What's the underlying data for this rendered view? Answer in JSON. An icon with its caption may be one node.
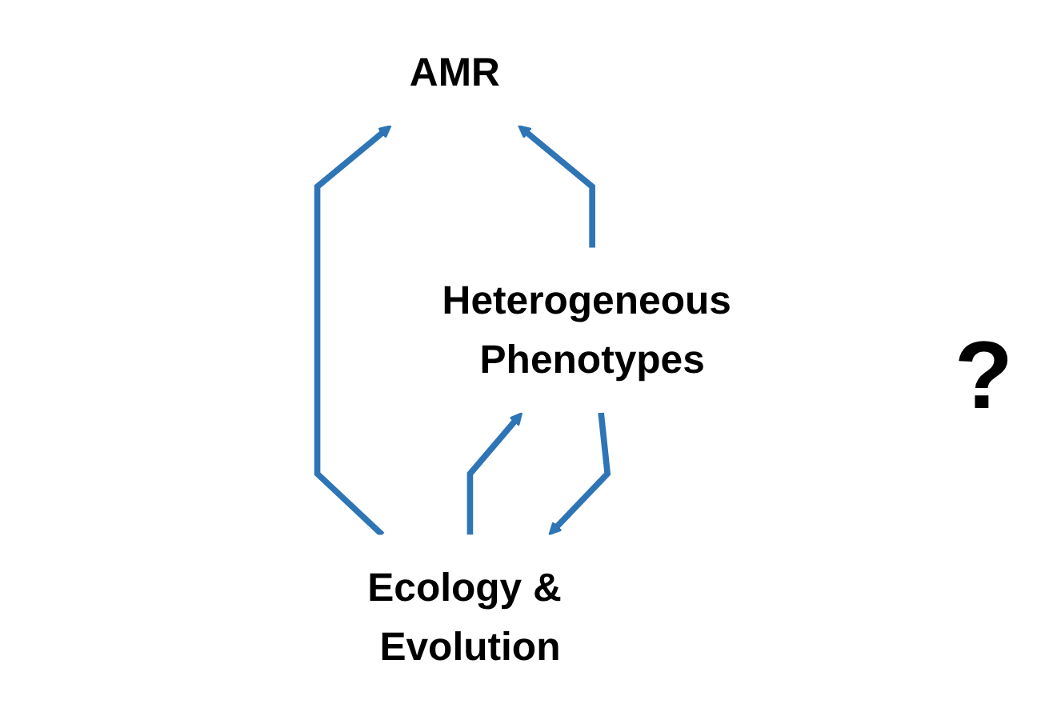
{
  "diagram": {
    "nodes": [
      {
        "text": [
          "AMR"
        ]
      },
      {
        "text": [
          "Ecology & Evolution"
        ]
      },
      {
        "text": [
          "Heterogeneous Phenotypes"
        ]
      }
    ],
    "edges": [
      {
        "from": 1,
        "to": 0,
        "arrow": "to"
      },
      {
        "from": 2,
        "to": 0,
        "arrow": "to"
      },
      {
        "from": 1,
        "to": 2,
        "arrow": "to"
      },
      {
        "from": 2,
        "to": 1,
        "arrow": "to"
      }
    ],
    "labels": [
      "?"
    ]
  }
}
